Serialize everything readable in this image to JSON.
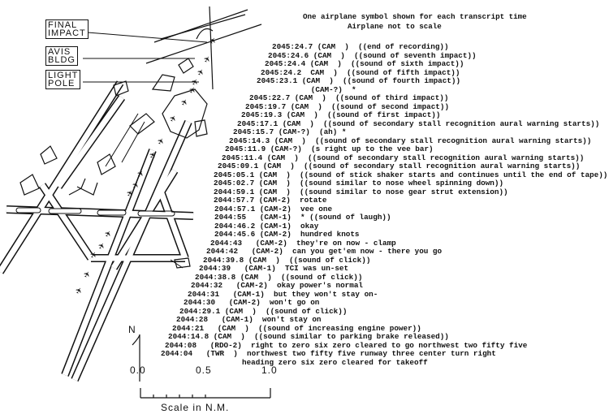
{
  "header": {
    "line1": "One airplane symbol shown for each transcript time",
    "line2": "Airplane not to scale"
  },
  "labels": {
    "final_impact": [
      "FINAL",
      "IMPACT"
    ],
    "avis_bldg": [
      "AVIS",
      "BLDG"
    ],
    "light_pole": [
      "LIGHT",
      "POLE"
    ]
  },
  "transcript": [
    {
      "time": "2045:24.7",
      "source": "(CAM  )",
      "text": "((end of recording))"
    },
    {
      "time": "2045:24.6",
      "source": "(CAM  )",
      "text": "((sound of seventh impact))"
    },
    {
      "time": "2045:24.4",
      "source": "(CAM  )",
      "text": "((sound of sixth impact))"
    },
    {
      "time": "2045:24.2",
      "source": " CAM  )",
      "text": "((sound of fifth impact))"
    },
    {
      "time": "2045:23.1",
      "source": "(CAM  )",
      "text": "((sound of fourth impact))"
    },
    {
      "time": "",
      "source": "(CAM-?)",
      "text": "*"
    },
    {
      "time": "2045:22.7",
      "source": "(CAM  )",
      "text": "((sound of third impact))"
    },
    {
      "time": "2045:19.7",
      "source": "(CAM  )",
      "text": "((sound of second impact))"
    },
    {
      "time": "2045:19.3",
      "source": "(CAM  )",
      "text": "((sound of first impact))"
    },
    {
      "time": "2045:17.1",
      "source": "(CAM  )",
      "text": "((sound of secondary stall recognition aural warning starts))"
    },
    {
      "time": "2045:15.7",
      "source": "(CAM-?)",
      "text": "(ah) *"
    },
    {
      "time": "2045:14.3",
      "source": "(CAM  )",
      "text": "((sound of secondary stall recognition aural warning starts))"
    },
    {
      "time": "2045:11.9",
      "source": "(CAM-?)",
      "text": "(s right up to the vee bar)"
    },
    {
      "time": "2045:11.4",
      "source": "(CAM  )",
      "text": "((sound of secondary stall recognition aural warning starts))"
    },
    {
      "time": "2045:09.1",
      "source": "(CAM  )",
      "text": "((sound of secondary stall recognition aural warning starts))"
    },
    {
      "time": "2045:05.1",
      "source": "(CAM  )",
      "text": "((sound of stick shaker starts and continues until the end of tape))"
    },
    {
      "time": "2045:02.7",
      "source": "(CAM  )",
      "text": "((sound similar to nose wheel spinning down))"
    },
    {
      "time": "2044:59.1",
      "source": "(CAM  )",
      "text": "((sound similar to nose gear strut extension))"
    },
    {
      "time": "2044:57.7",
      "source": "(CAM-2)",
      "text": "rotate"
    },
    {
      "time": "2044:57.1",
      "source": "(CAM-2)",
      "text": "vee one"
    },
    {
      "time": "2044:55",
      "source": "(CAM-1)",
      "text": "* ((sound of laugh))"
    },
    {
      "time": "2044:46.2",
      "source": "(CAM-1)",
      "text": "okay"
    },
    {
      "time": "2044:45.6",
      "source": "(CAM-2)",
      "text": "hundred knots"
    },
    {
      "time": "2044:43",
      "source": "(CAM-2)",
      "text": "they're on now - clamp"
    },
    {
      "time": "2044:42",
      "source": "(CAM-2)",
      "text": "can you get'em now - there you go"
    },
    {
      "time": "2044:39.8",
      "source": "(CAM  )",
      "text": "((sound of click))"
    },
    {
      "time": "2044:39",
      "source": "(CAM-1)",
      "text": "TCI was un-set"
    },
    {
      "time": "2044:38.8",
      "source": "(CAM  )",
      "text": "((sound of click))"
    },
    {
      "time": "2044:32",
      "source": "(CAM-2)",
      "text": "okay power's normal"
    },
    {
      "time": "2044:31",
      "source": "(CAM-1)",
      "text": "but they won't stay on-"
    },
    {
      "time": "2044:30",
      "source": "(CAM-2)",
      "text": "won't go on"
    },
    {
      "time": "2044:29.1",
      "source": "(CAM  )",
      "text": "((sound of click))"
    },
    {
      "time": "2044:28",
      "source": "(CAM-1)",
      "text": "won't stay on"
    },
    {
      "time": "2044:21",
      "source": "(CAM  )",
      "text": "((sound of increasing engine power))"
    },
    {
      "time": "2044:14.8",
      "source": "(CAM  )",
      "text": "((sound similar to parking brake released))"
    },
    {
      "time": "2044:08",
      "source": "(RDO-2)",
      "text": "right to zero six zero cleared to go northwest two fifty five"
    },
    {
      "time": "2044:04",
      "source": "(TWR  )",
      "text": "northwest two fifty five runway three center turn right"
    },
    {
      "time": "",
      "source": "",
      "text": "heading zero six zero cleared for takeoff"
    }
  ],
  "compass": {
    "north": "N"
  },
  "scale": {
    "ticks": [
      "0.0",
      "0.5",
      "1.0"
    ],
    "label": "Scale in N.M."
  }
}
